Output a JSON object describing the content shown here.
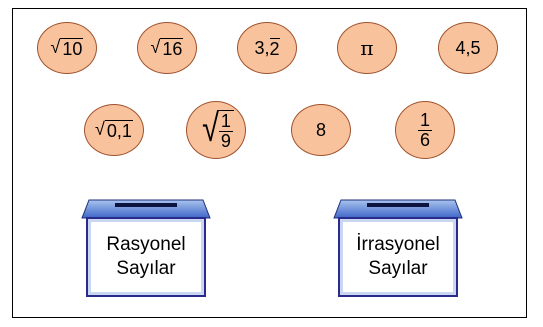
{
  "numbers": {
    "sqrt10": {
      "radical": "√",
      "arg": "10"
    },
    "sqrt16": {
      "radical": "√",
      "arg": "16"
    },
    "repeating": {
      "whole": "3,",
      "digit": "2"
    },
    "pi": "π",
    "decimal": "4,5",
    "sqrt01": {
      "radical": "√",
      "arg": "0,1"
    },
    "sqrt19": {
      "radical": "√",
      "num": "1",
      "den": "9"
    },
    "eight": "8",
    "sixth": {
      "num": "1",
      "den": "6"
    }
  },
  "boxes": {
    "rational": {
      "line1": "Rasyonel",
      "line2": "Sayılar"
    },
    "irrational": {
      "line1": "İrrasyonel",
      "line2": "Sayılar"
    }
  },
  "colors": {
    "ball_fill": "#f8c29d",
    "ball_stroke": "#a0522d",
    "box_frame": "#2a2a8c"
  }
}
